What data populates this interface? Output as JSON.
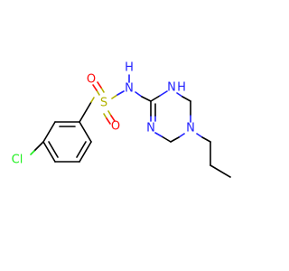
{
  "molecule": {
    "atoms": {
      "chlorine": "Cl",
      "sulfur": "S",
      "oxygen_top": "O",
      "oxygen_bottom": "O",
      "amide_nh": "H",
      "amide_n": "N",
      "ring_nh_n": "N",
      "ring_nh_h": "H",
      "ring_n_imine": "N",
      "ring_n_alkyl": "N"
    },
    "colors": {
      "carbon_bond": "#000000",
      "nitrogen": "#2121ff",
      "sulfur": "#b2b200",
      "oxygen": "#ff0d0d",
      "chlorine": "#1ff01f"
    }
  }
}
